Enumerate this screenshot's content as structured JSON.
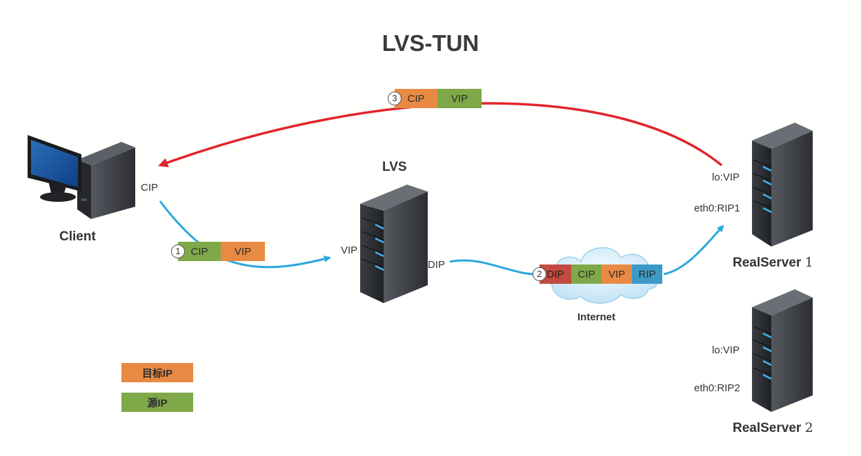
{
  "title": "LVS-TUN",
  "nodes": {
    "client": {
      "name": "Client",
      "ip": "CIP"
    },
    "lvs": {
      "name": "LVS",
      "vip": "VIP",
      "dip": "DIP"
    },
    "internet": {
      "name": "Internet"
    },
    "realserver1": {
      "name": "RealServer",
      "num": "1",
      "lo": "lo:VIP",
      "eth0": "eth0:RIP1"
    },
    "realserver2": {
      "name": "RealServer",
      "num": "2",
      "lo": "lo:VIP",
      "eth0": "eth0:RIP2"
    }
  },
  "packets": {
    "p1": {
      "step": "1",
      "fields": [
        "CIP",
        "VIP"
      ]
    },
    "p2": {
      "step": "2",
      "fields": [
        "DIP",
        "CIP",
        "VIP",
        "RIP"
      ]
    },
    "p3": {
      "step": "3",
      "fields": [
        "CIP",
        "VIP"
      ]
    }
  },
  "legend": {
    "dest": "目标IP",
    "src": "源IP"
  },
  "colors": {
    "dest_ip": "#e98a44",
    "src_ip": "#7fa849",
    "request_arrow": "#2aa7dd",
    "response_arrow": "#e2242b"
  }
}
